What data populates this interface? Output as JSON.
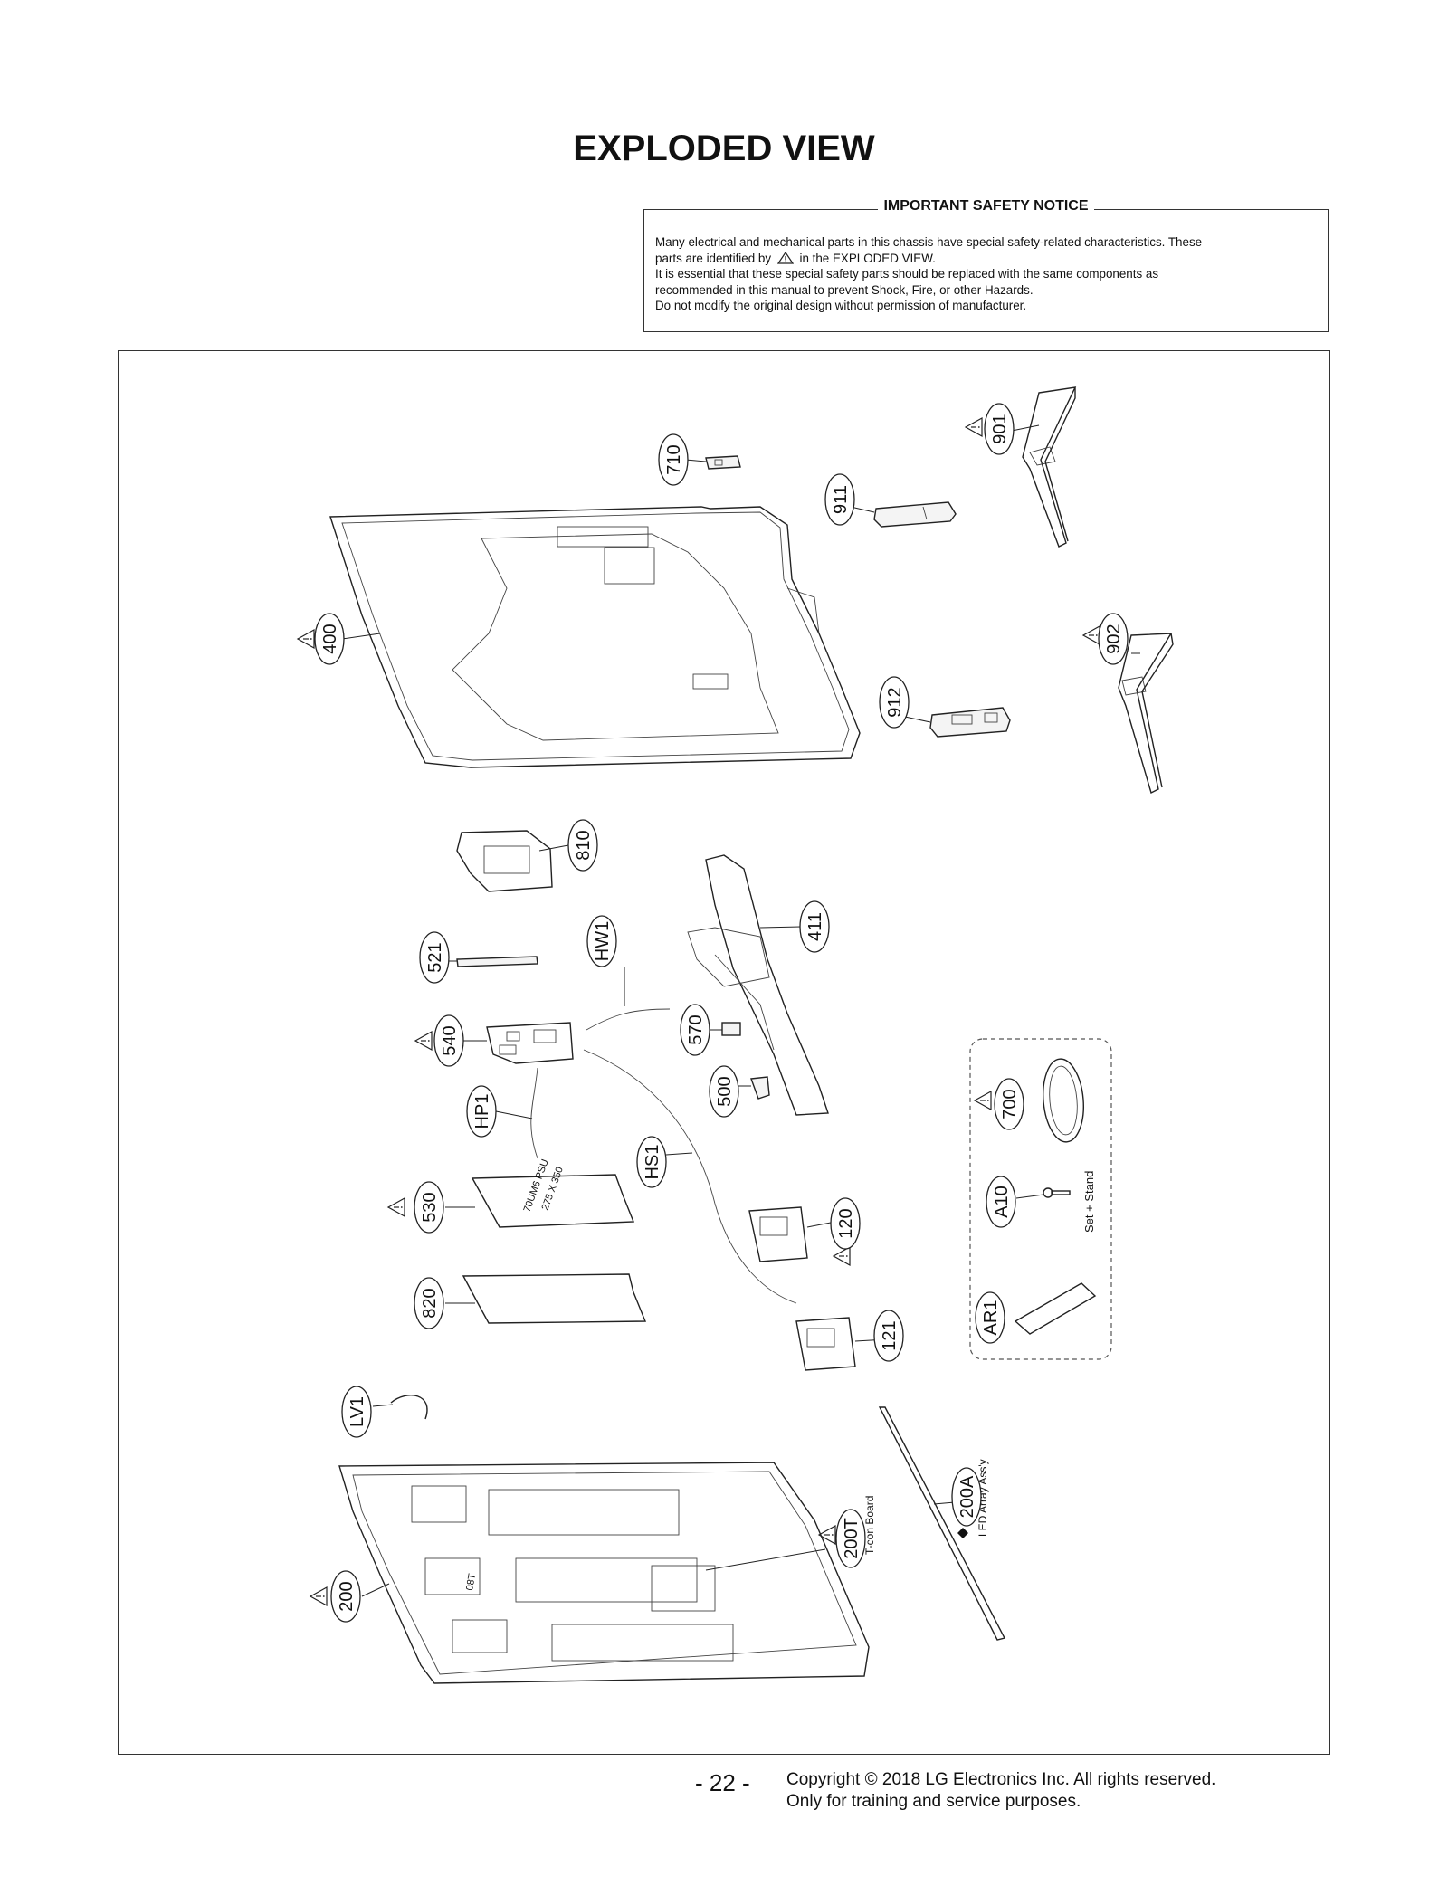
{
  "page": {
    "title": "EXPLODED VIEW",
    "page_number": "- 22 -",
    "copyright_line1": "Copyright © 2018 LG Electronics Inc. All rights reserved.",
    "copyright_line2": "Only for training and service purposes."
  },
  "notice": {
    "title": "IMPORTANT SAFETY NOTICE",
    "line1": "Many electrical and mechanical parts in this chassis have special safety-related characteristics. These",
    "line2_before": "parts are identified by",
    "line2_after": "in the EXPLODED VIEW.",
    "line3": "It is essential that these special safety parts should be replaced with the same components as",
    "line4": "recommended in this manual to prevent Shock, Fire, or other Hazards.",
    "line5": "Do not modify the original design without permission of manufacturer."
  },
  "parts": {
    "p710": "710",
    "p911": "911",
    "p901": "901",
    "p400": "400",
    "p902": "902",
    "p912": "912",
    "p810": "810",
    "p411": "411",
    "p521": "521",
    "pHW1": "HW1",
    "p570": "570",
    "p540": "540",
    "p500": "500",
    "pHP1": "HP1",
    "p700": "700",
    "pHS1": "HS1",
    "p530": "530",
    "p120": "120",
    "pA10": "A10",
    "p820": "820",
    "pAR1": "AR1",
    "p121": "121",
    "pLV1": "LV1",
    "p200A": "200A",
    "p200T": "200T",
    "p200": "200"
  },
  "labels": {
    "set_stand": "Set + Stand",
    "tcon_board": "T-con Board",
    "led_array": "LED Array Ass'y",
    "psu_line1": "70UM6 PSU",
    "psu_line2": "275 X 350",
    "panel_mark": "08T"
  },
  "icons": {
    "warning": "warning-triangle-icon",
    "diamond": "diamond-icon"
  }
}
